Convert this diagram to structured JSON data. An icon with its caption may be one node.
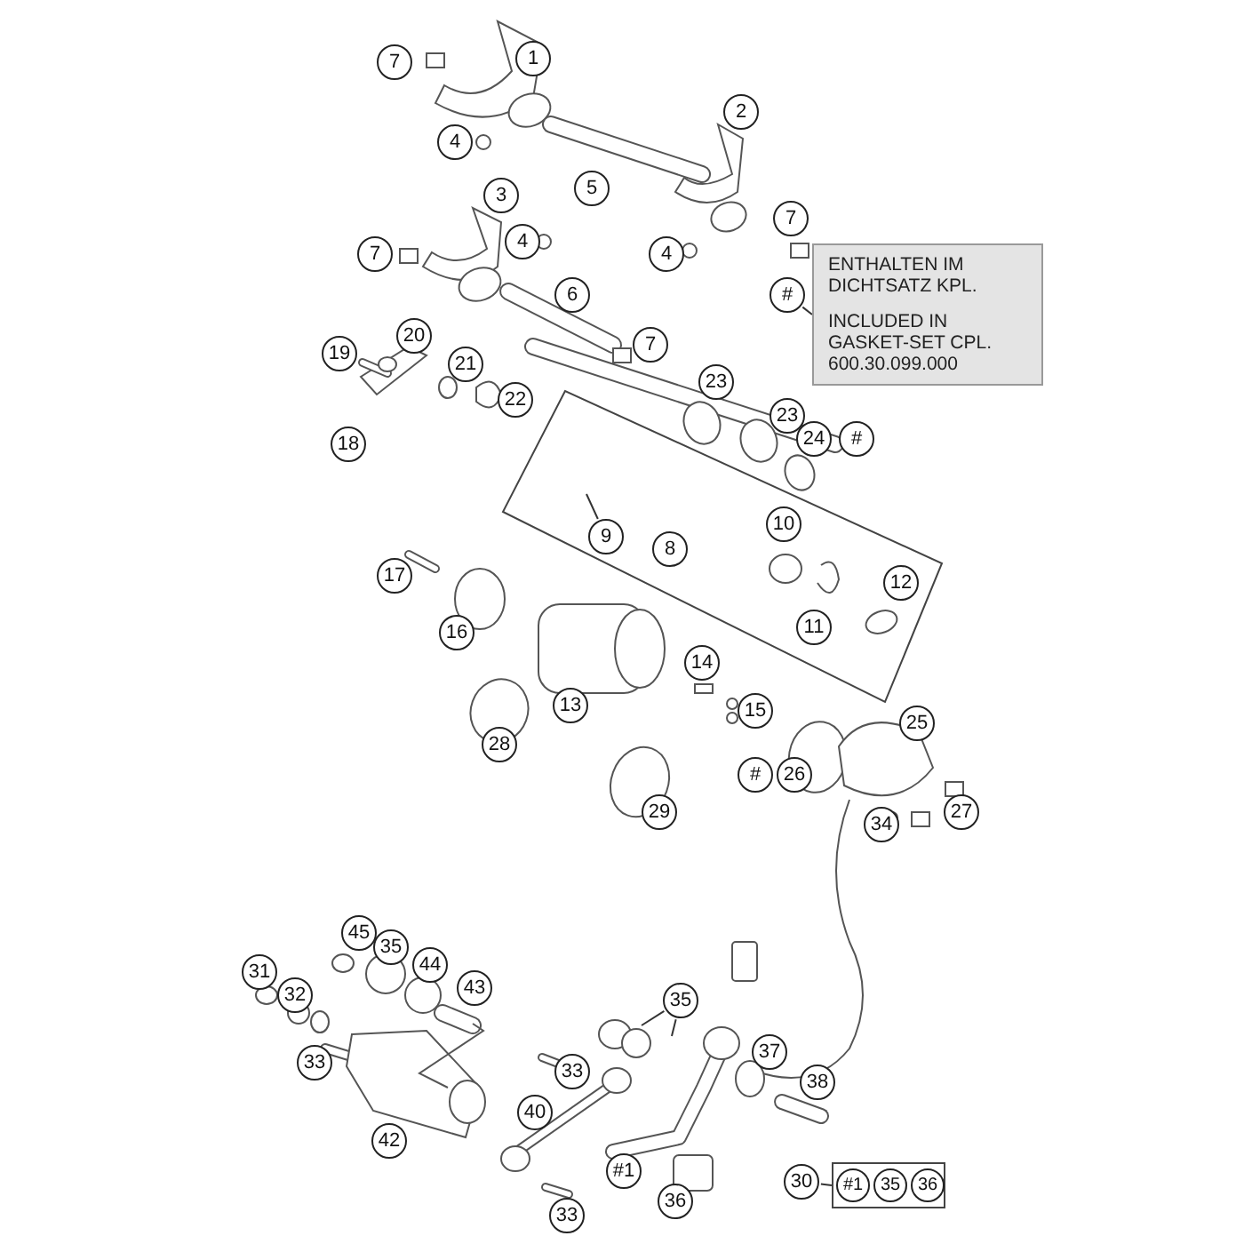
{
  "diagram": {
    "nodes": [
      {
        "text": [
          "ENTHALTEN IM DICHTSATZ KPL.",
          "INCLUDED IN GASKET-SET CPL. 600.30.099.000"
        ]
      },
      {
        "text": [
          "#"
        ]
      },
      {
        "text": [],
        "shape": "box"
      },
      {
        "text": [
          "9"
        ],
        "in": 2
      },
      {
        "text": [
          "35"
        ]
      },
      {
        "text": [
          "30"
        ]
      },
      {
        "text": [
          "#1",
          "35",
          "36"
        ]
      },
      {
        "text": [
          "7"
        ]
      },
      {
        "text": [
          "1"
        ]
      },
      {
        "text": [
          "2"
        ]
      },
      {
        "text": [
          "4"
        ]
      },
      {
        "text": [
          "5"
        ]
      },
      {
        "text": [
          "3"
        ]
      },
      {
        "text": [
          "7"
        ]
      },
      {
        "text": [
          "4"
        ]
      },
      {
        "text": [
          "7"
        ]
      },
      {
        "text": [
          "4"
        ]
      },
      {
        "text": [
          "6"
        ]
      },
      {
        "text": [
          "20"
        ]
      },
      {
        "text": [
          "7"
        ]
      },
      {
        "text": [
          "19"
        ]
      },
      {
        "text": [
          "21"
        ]
      },
      {
        "text": [
          "23"
        ]
      },
      {
        "text": [
          "22"
        ]
      },
      {
        "text": [
          "23"
        ]
      },
      {
        "text": [
          "24"
        ]
      },
      {
        "text": [
          "#"
        ]
      },
      {
        "text": [
          "18"
        ]
      },
      {
        "text": [
          "10"
        ],
        "in": 2
      },
      {
        "text": [
          "8"
        ],
        "in": 2
      },
      {
        "text": [
          "17"
        ]
      },
      {
        "text": [
          "12"
        ],
        "in": 2
      },
      {
        "text": [
          "11"
        ],
        "in": 2
      },
      {
        "text": [
          "16"
        ]
      },
      {
        "text": [
          "14"
        ]
      },
      {
        "text": [
          "13"
        ]
      },
      {
        "text": [
          "15"
        ]
      },
      {
        "text": [
          "25"
        ]
      },
      {
        "text": [
          "28"
        ]
      },
      {
        "text": [
          "#"
        ]
      },
      {
        "text": [
          "26"
        ]
      },
      {
        "text": [
          "27"
        ]
      },
      {
        "text": [
          "29"
        ]
      },
      {
        "text": [
          "34"
        ]
      },
      {
        "text": [
          "45"
        ]
      },
      {
        "text": [
          "35"
        ]
      },
      {
        "text": [
          "44"
        ]
      },
      {
        "text": [
          "31"
        ]
      },
      {
        "text": [
          "43"
        ]
      },
      {
        "text": [
          "32"
        ]
      },
      {
        "text": [
          "33"
        ]
      },
      {
        "text": [
          "37"
        ]
      },
      {
        "text": [
          "33"
        ]
      },
      {
        "text": [
          "38"
        ]
      },
      {
        "text": [
          "40"
        ]
      },
      {
        "text": [
          "42"
        ]
      },
      {
        "text": [
          "#1"
        ]
      },
      {
        "text": [
          "36"
        ]
      },
      {
        "text": [
          "33"
        ]
      }
    ],
    "edges": [
      {
        "from": 1,
        "to": 0,
        "arrow": "none"
      },
      {
        "from": 3,
        "to": null,
        "arrow": "none"
      },
      {
        "from": 4,
        "to": null,
        "arrow": "none"
      },
      {
        "from": 4,
        "to": null,
        "arrow": "none"
      },
      {
        "from": 5,
        "to": 6,
        "arrow": "none"
      }
    ]
  }
}
